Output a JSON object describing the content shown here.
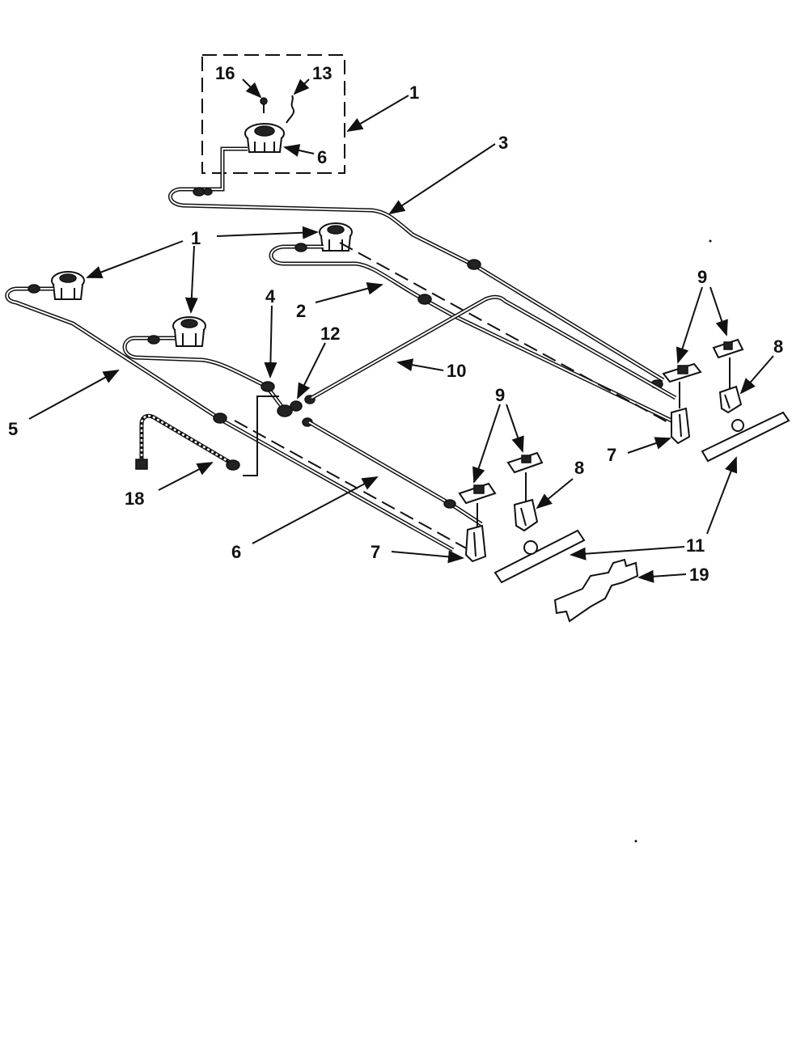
{
  "labels": {
    "l16": "16",
    "l13": "13",
    "l1_top": "1",
    "l6_top": "6",
    "l3": "3",
    "l1_mid": "1",
    "l4": "4",
    "l2": "2",
    "l12": "12",
    "l10": "10",
    "l9_right": "9",
    "l8_right": "8",
    "l5": "5",
    "l7_right": "7",
    "l9_mid": "9",
    "l8_mid": "8",
    "l18": "18",
    "l6_bottom": "6",
    "l7_left": "7",
    "l11": "11",
    "l19": "19"
  }
}
